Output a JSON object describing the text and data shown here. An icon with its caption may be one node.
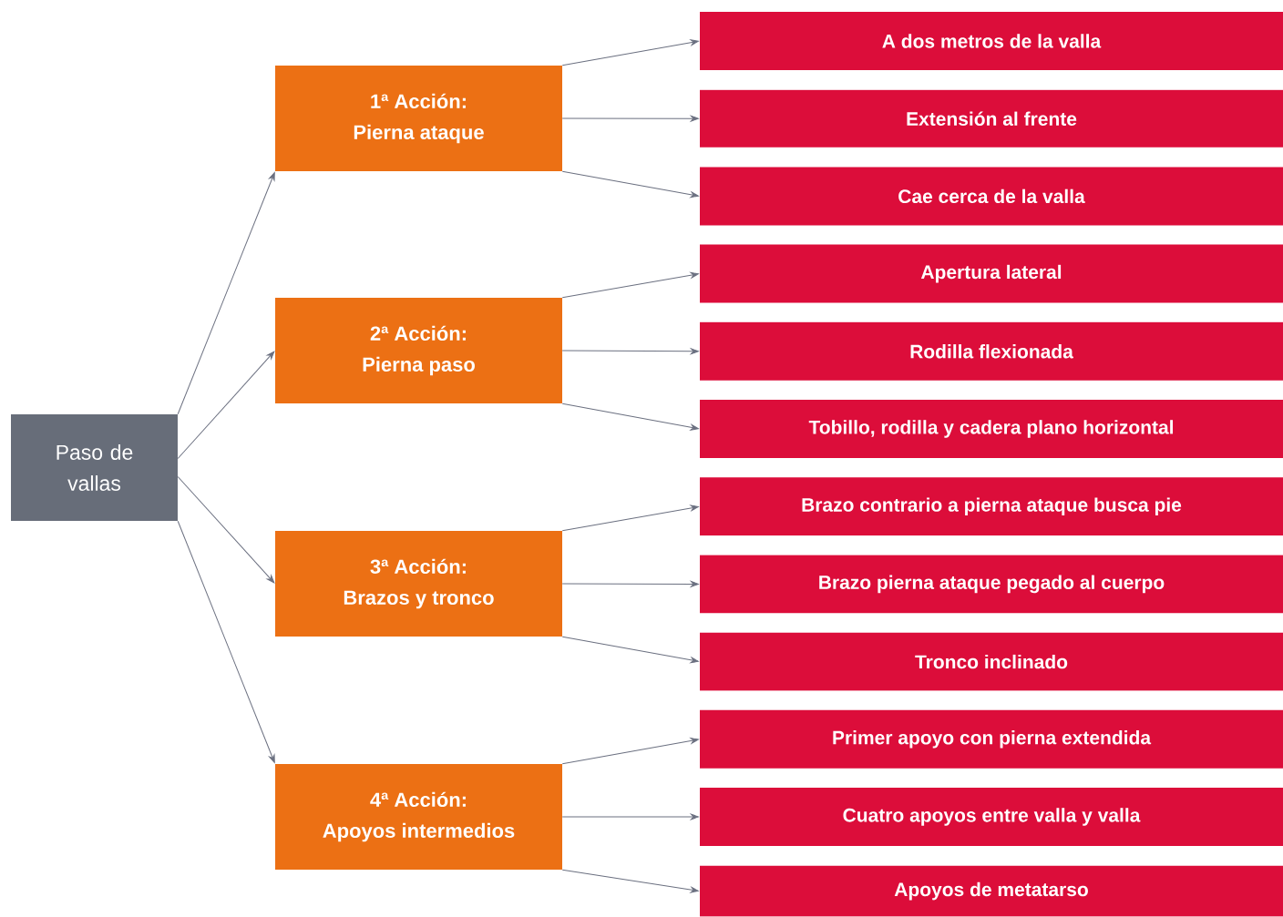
{
  "diagram": {
    "nodes": [
      {
        "text": [
          "Paso de vallas"
        ]
      },
      {
        "text": [
          "1ª Acción:",
          "Pierna ataque"
        ]
      },
      {
        "text": [
          "2ª Acción:",
          "Pierna paso"
        ]
      },
      {
        "text": [
          "3ª Acción:",
          "Brazos y tronco"
        ]
      },
      {
        "text": [
          "4ª Acción:",
          "Apoyos intermedios"
        ]
      },
      {
        "text": [
          "A dos metros de la valla"
        ]
      },
      {
        "text": [
          "Extensión al frente"
        ]
      },
      {
        "text": [
          "Cae cerca de la valla"
        ]
      },
      {
        "text": [
          "Apertura lateral"
        ]
      },
      {
        "text": [
          "Rodilla flexionada"
        ]
      },
      {
        "text": [
          "Tobillo, rodilla y cadera plano horizontal"
        ]
      },
      {
        "text": [
          "Brazo contrario a pierna ataque busca pie"
        ]
      },
      {
        "text": [
          "Brazo pierna ataque pegado al cuerpo"
        ]
      },
      {
        "text": [
          "Tronco inclinado"
        ]
      },
      {
        "text": [
          "Primer apoyo con pierna extendida"
        ]
      },
      {
        "text": [
          "Cuatro apoyos entre valla y valla"
        ]
      },
      {
        "text": [
          "Apoyos de metatarso"
        ]
      }
    ],
    "edges": [
      {
        "from": 0,
        "to": 1,
        "arrow": "to"
      },
      {
        "from": 0,
        "to": 2,
        "arrow": "to"
      },
      {
        "from": 0,
        "to": 3,
        "arrow": "to"
      },
      {
        "from": 0,
        "to": 4,
        "arrow": "to"
      },
      {
        "from": 1,
        "to": 5,
        "arrow": "to"
      },
      {
        "from": 1,
        "to": 6,
        "arrow": "to"
      },
      {
        "from": 1,
        "to": 7,
        "arrow": "to"
      },
      {
        "from": 2,
        "to": 8,
        "arrow": "to"
      },
      {
        "from": 2,
        "to": 9,
        "arrow": "to"
      },
      {
        "from": 2,
        "to": 10,
        "arrow": "to"
      },
      {
        "from": 3,
        "to": 11,
        "arrow": "to"
      },
      {
        "from": 3,
        "to": 12,
        "arrow": "to"
      },
      {
        "from": 3,
        "to": 13,
        "arrow": "to"
      },
      {
        "from": 4,
        "to": 14,
        "arrow": "to"
      },
      {
        "from": 4,
        "to": 15,
        "arrow": "to"
      },
      {
        "from": 4,
        "to": 16,
        "arrow": "to"
      }
    ]
  }
}
